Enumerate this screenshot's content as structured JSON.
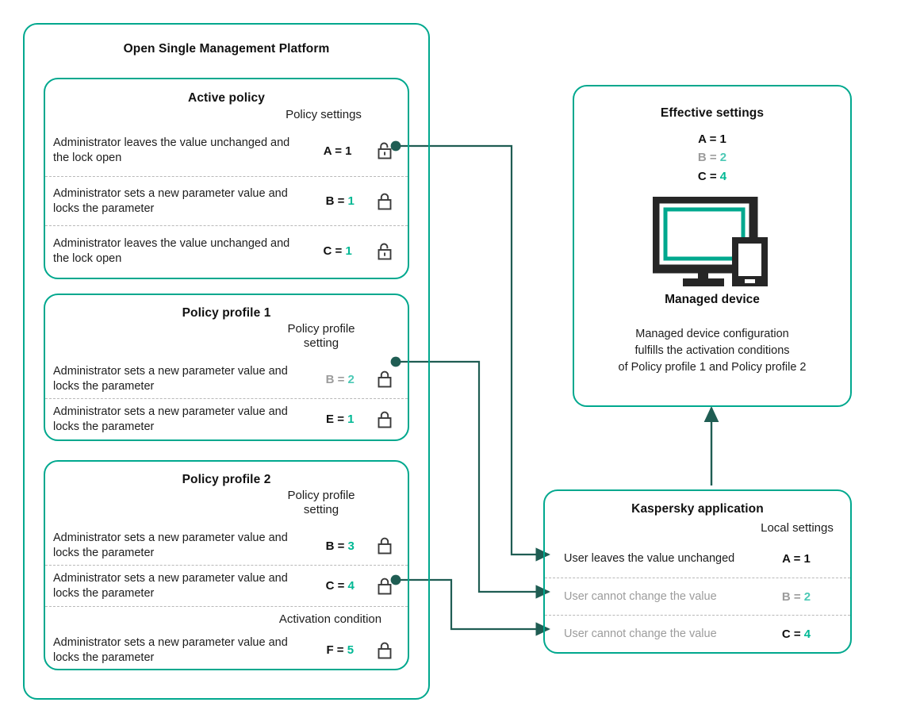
{
  "platform": {
    "title": "Open Single Management Platform"
  },
  "active_policy": {
    "title": "Active policy",
    "column_header": "Policy settings",
    "rows": [
      {
        "desc": "Administrator leaves the value unchanged  and the lock open",
        "key": "A =",
        "num": "1",
        "key_style": "normal",
        "num_style": "normal",
        "lock": "lock-open-icon"
      },
      {
        "desc": "Administrator sets a new parameter  value and locks the parameter",
        "key": "B =",
        "num": "1",
        "key_style": "normal",
        "num_style": "accent",
        "lock": "lock-closed-icon"
      },
      {
        "desc": "Administrator leaves the value unchanged  and the lock open",
        "key": "C =",
        "num": "1",
        "key_style": "normal",
        "num_style": "accent",
        "lock": "lock-open-icon"
      }
    ]
  },
  "policy_profile_1": {
    "title": "Policy profile 1",
    "column_header": "Policy profile setting",
    "rows": [
      {
        "desc": "Administrator sets a new parameter value and locks the parameter",
        "key": "B =",
        "num": "2",
        "key_style": "dim",
        "num_style": "accent-soft",
        "lock": "lock-closed-icon"
      },
      {
        "desc": "Administrator sets a new parameter value and locks the parameter",
        "key": "E =",
        "num": "1",
        "key_style": "normal",
        "num_style": "accent",
        "lock": "lock-closed-icon"
      }
    ]
  },
  "policy_profile_2": {
    "title": "Policy profile 2",
    "column_header": "Policy profile setting",
    "activation_header": "Activation condition",
    "rows": [
      {
        "desc": "Administrator sets a new parameter  value and locks the parameter",
        "key": "B =",
        "num": "3",
        "key_style": "normal",
        "num_style": "accent",
        "lock": "lock-closed-icon"
      },
      {
        "desc": "Administrator sets a new parameter  value and locks the parameter",
        "key": "C =",
        "num": "4",
        "key_style": "normal",
        "num_style": "accent",
        "lock": "lock-closed-icon"
      },
      {
        "desc": "Administrator sets a new parameter  value and locks the parameter",
        "key": "F =",
        "num": "5",
        "key_style": "normal",
        "num_style": "accent",
        "lock": "lock-closed-icon"
      }
    ]
  },
  "effective_settings": {
    "title": "Effective settings",
    "values": [
      {
        "key": "A =",
        "num": "1",
        "key_style": "normal",
        "num_style": "normal"
      },
      {
        "key": "B =",
        "num": "2",
        "key_style": "dim",
        "num_style": "accent-soft"
      },
      {
        "key": "C =",
        "num": "4",
        "key_style": "normal",
        "num_style": "accent"
      }
    ],
    "device_caption": "Managed device",
    "device_note_lines": [
      "Managed device configuration",
      "fulfills the activation conditions",
      "of Policy profile 1 and Policy profile 2"
    ]
  },
  "kaspersky_application": {
    "title": "Kaspersky application",
    "column_header": "Local settings",
    "rows": [
      {
        "desc": "User leaves the value unchanged",
        "desc_style": "normal",
        "key": "A =",
        "num": "1",
        "key_style": "normal",
        "num_style": "normal"
      },
      {
        "desc": "User cannot change the value",
        "desc_style": "dim",
        "key": "B =",
        "num": "2",
        "key_style": "dim",
        "num_style": "accent-soft"
      },
      {
        "desc": "User cannot change the value",
        "desc_style": "dim",
        "key": "C =",
        "num": "4",
        "key_style": "normal",
        "num_style": "accent"
      }
    ]
  },
  "colors": {
    "box_border": "#00a88e",
    "accent_teal": "#00b894",
    "accent_teal_soft": "#4cc9b5",
    "wire": "#1f5d53",
    "dim_text": "#9c9c9c",
    "text": "#1d1d1d",
    "icon_dark": "#262626"
  }
}
